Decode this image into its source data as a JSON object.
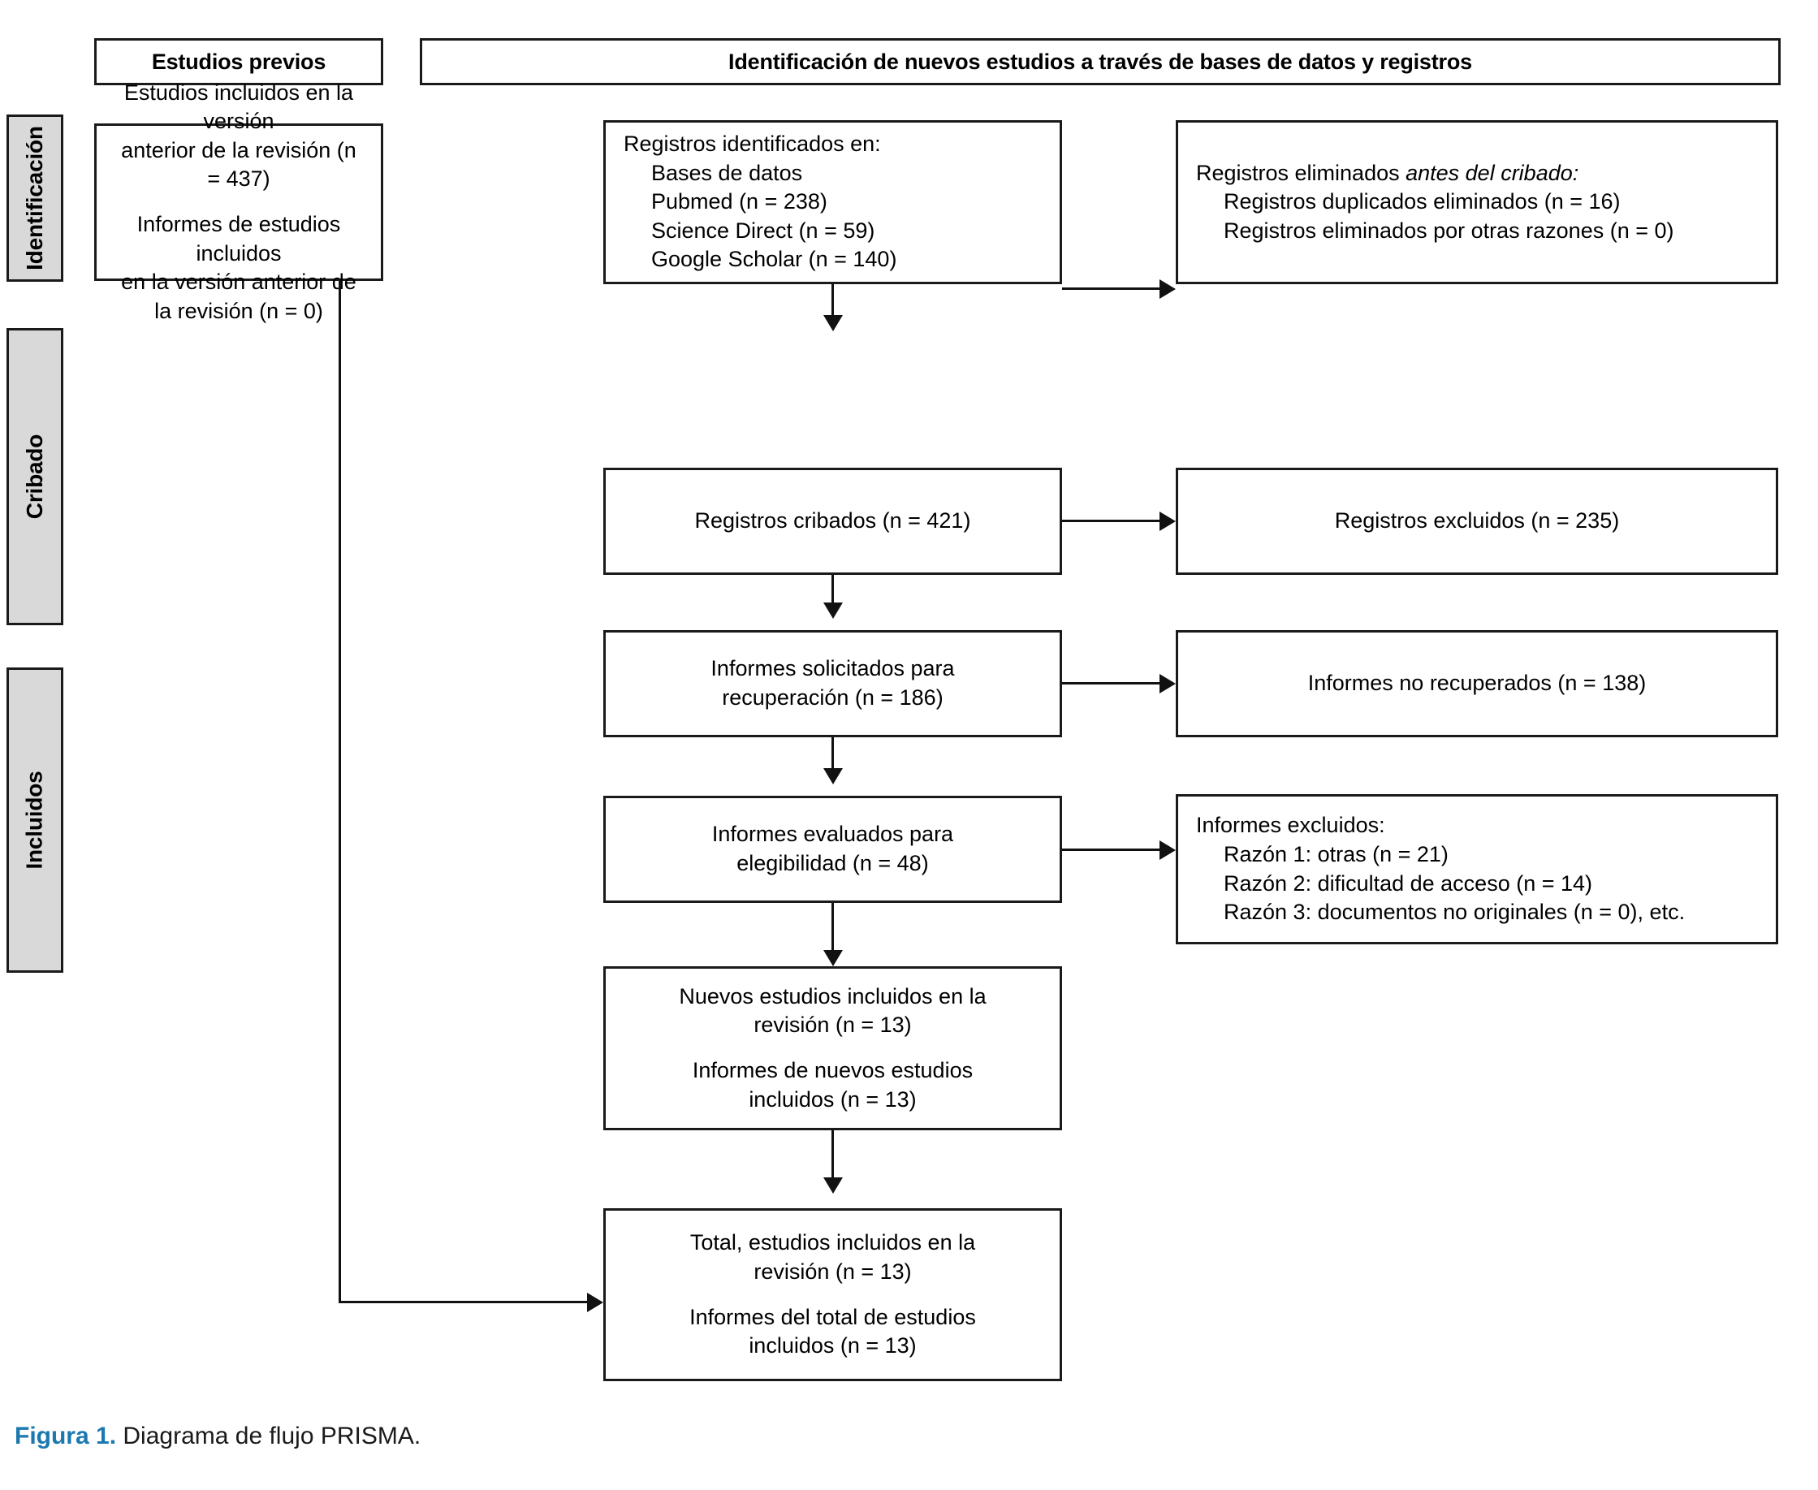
{
  "figure": {
    "caption_label": "Figura 1.",
    "caption_text": "Diagrama de flujo PRISMA.",
    "caption_label_color": "#1b79b0"
  },
  "headers": {
    "previous_studies": "Estudios previos",
    "new_studies": "Identificación de nuevos estudios a través de bases de datos y registros"
  },
  "stages": [
    {
      "label": "Identificación"
    },
    {
      "label": "Cribado"
    },
    {
      "label": "Incluidos"
    }
  ],
  "boxes": {
    "previous_included": {
      "line1": "Estudios incluidos en la versión",
      "line2": "anterior de la revisión (n = 437)",
      "line3": "Informes de estudios incluidos",
      "line4": "en la versión anterior de",
      "line5": "la revisión (n = 0)"
    },
    "records_identified": {
      "title": "Registros identificados en:",
      "item1": "Bases de datos",
      "item2": "Pubmed (n = 238)",
      "item3": "Science Direct (n = 59)",
      "item4": "Google Scholar (n = 140)"
    },
    "records_removed": {
      "title_plain": "Registros eliminados ",
      "title_italic": "antes del cribado:",
      "item1": "Registros duplicados eliminados (n = 16)",
      "item2": "Registros eliminados por otras razones (n = 0)"
    },
    "records_screened": {
      "line1": "Registros cribados (n = 421)"
    },
    "records_excluded": {
      "line1": "Registros excluidos (n = 235)"
    },
    "reports_sought": {
      "line1": "Informes solicitados para",
      "line2": "recuperación (n = 186)"
    },
    "reports_not_retrieved": {
      "line1": "Informes no recuperados (n = 138)"
    },
    "reports_assessed": {
      "line1": "Informes evaluados para",
      "line2": "elegibilidad (n = 48)"
    },
    "reports_excluded": {
      "title": "Informes excluidos:",
      "item1": "Razón 1: otras (n = 21)",
      "item2": "Razón 2: dificultad de acceso (n = 14)",
      "item3": "Razón 3: documentos no originales (n = 0), etc."
    },
    "new_included": {
      "line1": "Nuevos estudios incluidos en la",
      "line2": "revisión (n = 13)",
      "line3": "Informes de nuevos estudios",
      "line4": "incluidos (n = 13)"
    },
    "total_included": {
      "line1": "Total, estudios incluidos en la",
      "line2": "revisión (n = 13)",
      "line3": "Informes del total de estudios",
      "line4": "incluidos (n = 13)"
    }
  }
}
